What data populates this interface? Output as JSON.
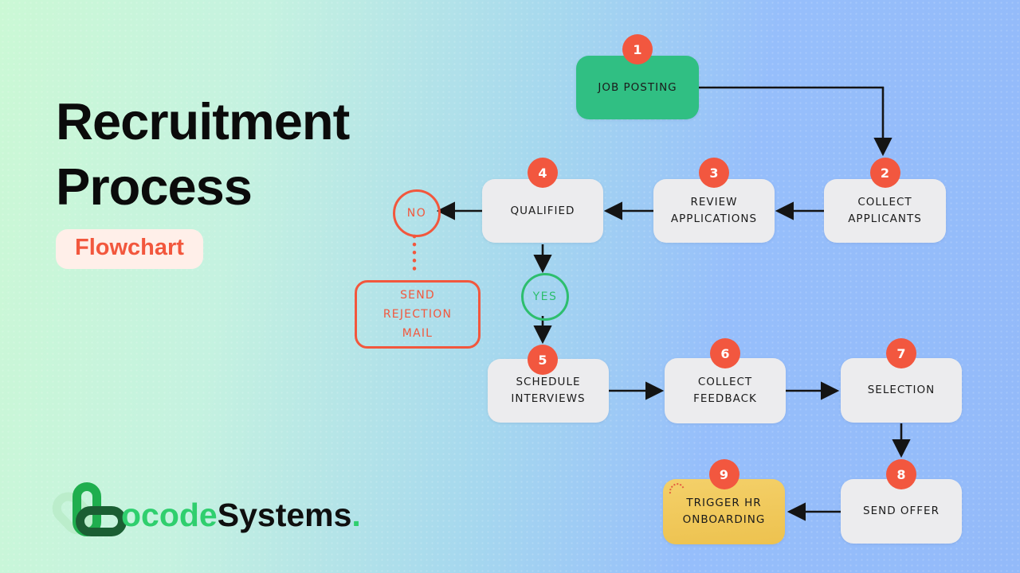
{
  "title": {
    "line1": "Recruitment",
    "line2": "Process",
    "badge": "Flowchart"
  },
  "brand": {
    "prefix": "ocode",
    "suffix": "Systems",
    "period": "."
  },
  "colors": {
    "accent_red": "#F2573D",
    "green_node": "#30BF83",
    "yellow_node": "#F0C75A",
    "gray_node": "#ECECEE",
    "yes_green": "#2DBE6E",
    "bg_left": "#CBF8D5",
    "bg_right": "#93BAF9",
    "arrow": "#141414",
    "tag_pill_bg": "#FFEFE9",
    "brand_green": "#2FCF6E",
    "brand_dark_green": "#1B5E33"
  },
  "steps": [
    {
      "num": "1",
      "label": "JOB POSTING"
    },
    {
      "num": "2",
      "label": "COLLECT APPLICANTS"
    },
    {
      "num": "3",
      "label": "REVIEW APPLICATIONS"
    },
    {
      "num": "4",
      "label": "QUALIFIED"
    },
    {
      "num": "5",
      "label": "SCHEDULE INTERVIEWS"
    },
    {
      "num": "6",
      "label": "COLLECT FEEDBACK"
    },
    {
      "num": "7",
      "label": "SELECTION"
    },
    {
      "num": "8",
      "label": "SEND OFFER"
    },
    {
      "num": "9",
      "label": "TRIGGER HR ONBOARDING"
    }
  ],
  "decisions": {
    "no": "NO",
    "yes": "YES"
  },
  "outcome": {
    "label": "SEND REJECTION MAIL"
  }
}
